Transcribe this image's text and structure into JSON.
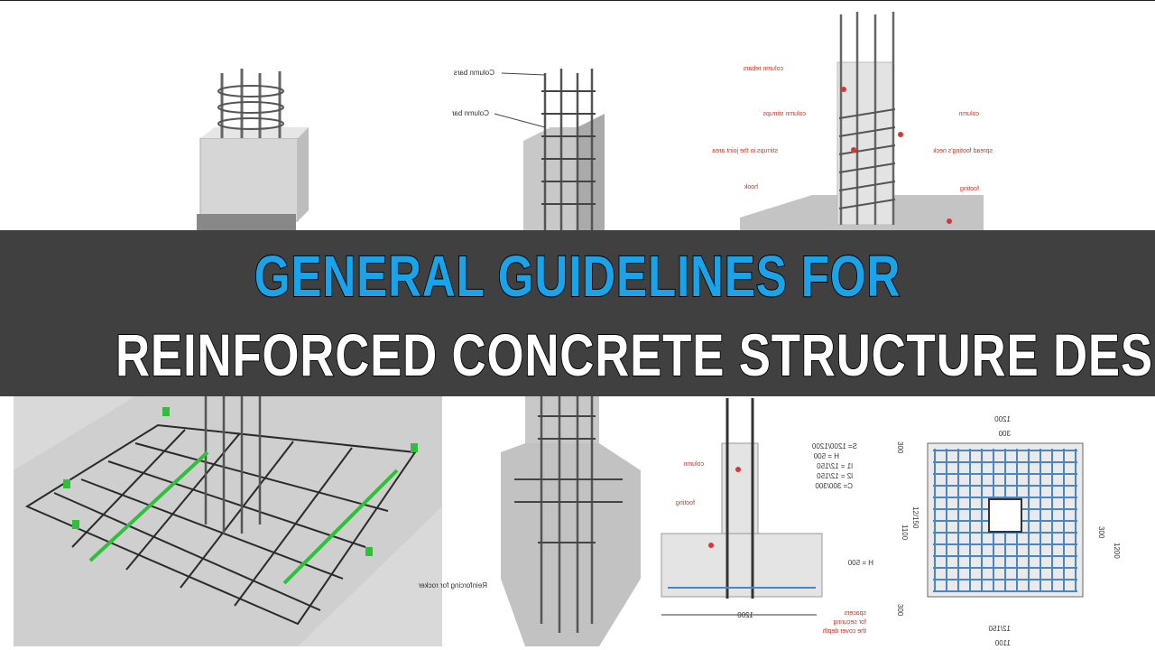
{
  "title": {
    "line1": "GENERAL GUIDELINES FOR",
    "line2": "REINFORCED CONCRETE STRUCTURE DESIGN",
    "line1_color": "#1aa3e8",
    "line2_color": "#ffffff",
    "banner_color": "#404040"
  },
  "illustrations": {
    "column_callouts": [
      "Column bars",
      "Column bar"
    ],
    "column_footing_callouts": [
      "column rebars",
      "column stirrups",
      "column",
      "stirrups in the joint area",
      "spread footing's neck",
      "hook",
      "footing"
    ],
    "section_callouts": [
      "column",
      "footing",
      "spacers",
      "for securing",
      "the cover depth"
    ],
    "section_dims": [
      "S= 1200/1200",
      "H = 500",
      "l1 = 12/150",
      "l2 = 12/150",
      "C= 300/300",
      "H = 500",
      "1200"
    ],
    "plan_dims": [
      "1200",
      "300",
      "1100",
      "300",
      "12/150",
      "1200",
      "300",
      "300",
      "12/150",
      "1100"
    ],
    "lower_column_callout": "Reinforcing for rocker",
    "accent_green": "#2fbf3a",
    "mesh_blue": "#4a86c5",
    "callout_red": "#c0392b"
  }
}
